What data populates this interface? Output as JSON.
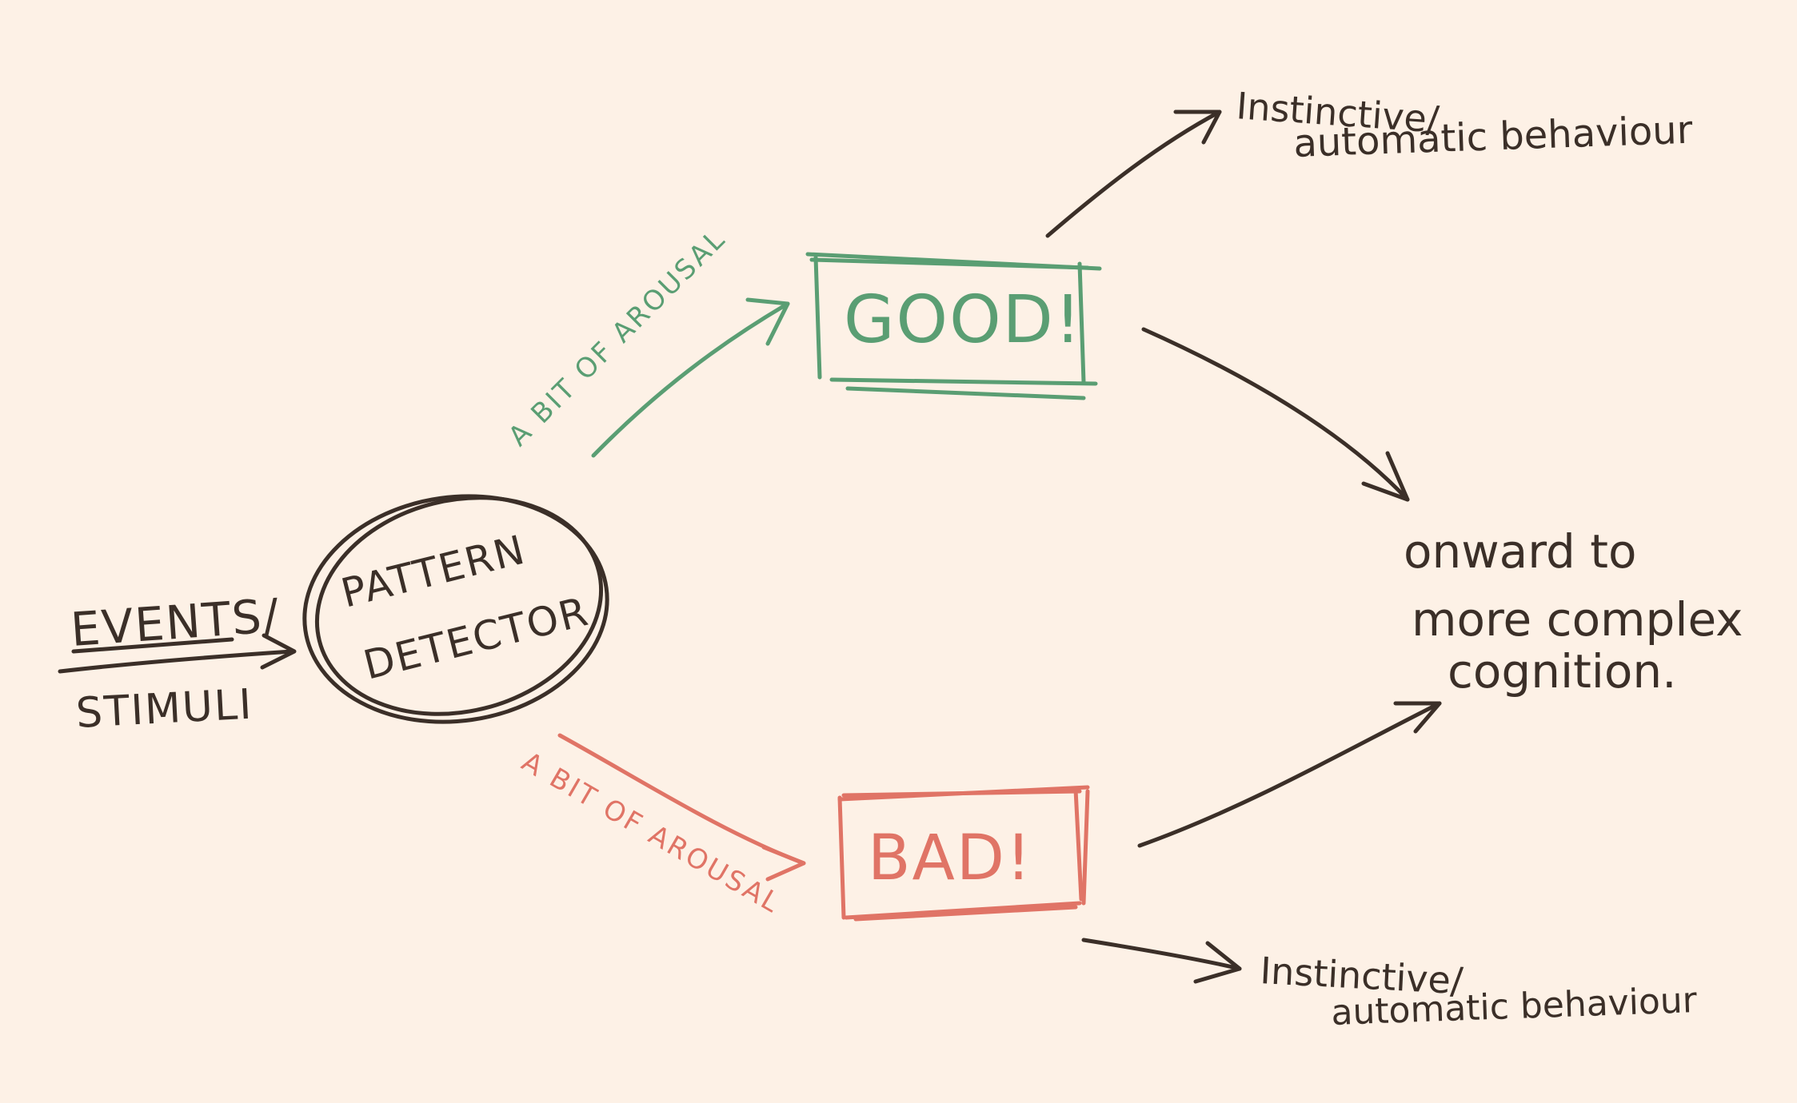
{
  "colors": {
    "background": "#fdf1e6",
    "ink": "#3b2f28",
    "good": "#5a9e73",
    "bad": "#e07466"
  },
  "input": {
    "top": "EVENTS/",
    "bottom": "STIMULI"
  },
  "detector": {
    "line1": "PATTERN",
    "line2": "DETECTOR"
  },
  "arousal_good": "A BIT OF AROUSAL",
  "arousal_bad": "A BIT OF AROUSAL",
  "good_box": "GOOD!",
  "bad_box": "BAD!",
  "top_outcome": {
    "line1": "Instinctive/",
    "line2": "automatic behaviour"
  },
  "bottom_outcome": {
    "line1": "Instinctive/",
    "line2": "automatic behaviour"
  },
  "onward": {
    "line1": "onward to",
    "line2": "more complex",
    "line3": "cognition."
  }
}
